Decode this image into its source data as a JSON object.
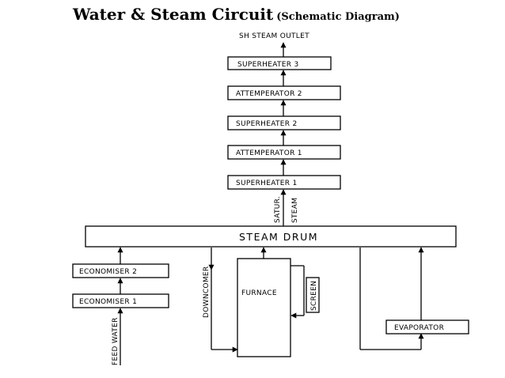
{
  "title": {
    "main": "Water & Steam Circuit",
    "sub": "(Schematic Diagram)"
  },
  "diagram": {
    "outlet": "SH STEAM OUTLET",
    "superheater_3": "SUPERHEATER 3",
    "attemperator_2": "ATTEMPERATOR 2",
    "superheater_2": "SUPERHEATER 2",
    "attemperator_1": "ATTEMPERATOR 1",
    "superheater_1": "SUPERHEATER 1",
    "satur": "SATUR.",
    "steam": "STEAM",
    "steam_drum": "STEAM DRUM",
    "economiser_2": "ECONOMISER 2",
    "economiser_1": "ECONOMISER 1",
    "feed_water": "FEED WATER",
    "downcomer": "DOWNCOMER",
    "furnace": "FURNACE",
    "screen": "SCREEN",
    "evaporator": "EVAPORATOR"
  }
}
